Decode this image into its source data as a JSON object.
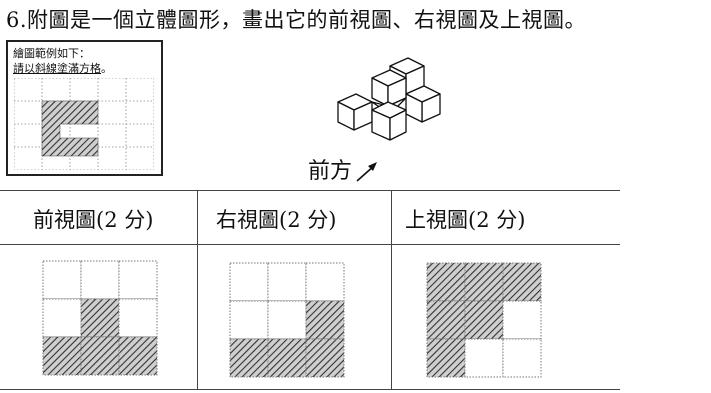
{
  "question": {
    "text": "6.附圖是一個立體圖形，畫出它的前視圖、右視圖及上視圖。"
  },
  "example_box": {
    "line1": "繪圖範例如下：",
    "line2_prefix": "請以",
    "line2_emphasis": "斜線塗滿方格",
    "line2_suffix": "。"
  },
  "figure": {
    "front_label": "前方"
  },
  "answer_table": {
    "columns": [
      {
        "header": "前視圖(2 分)",
        "grid": [
          [
            0,
            0,
            0
          ],
          [
            0,
            1,
            0
          ],
          [
            1,
            1,
            1
          ]
        ]
      },
      {
        "header": "右視圖(2 分)",
        "grid": [
          [
            0,
            0,
            0
          ],
          [
            0,
            0,
            1
          ],
          [
            1,
            1,
            1
          ]
        ]
      },
      {
        "header": "上視圖(2 分)",
        "grid": [
          [
            1,
            1,
            1
          ],
          [
            1,
            1,
            0
          ],
          [
            1,
            0,
            0
          ]
        ]
      }
    ]
  },
  "colors": {
    "ink": "#111111",
    "hatch": "#555555",
    "grid_line": "#777777"
  }
}
